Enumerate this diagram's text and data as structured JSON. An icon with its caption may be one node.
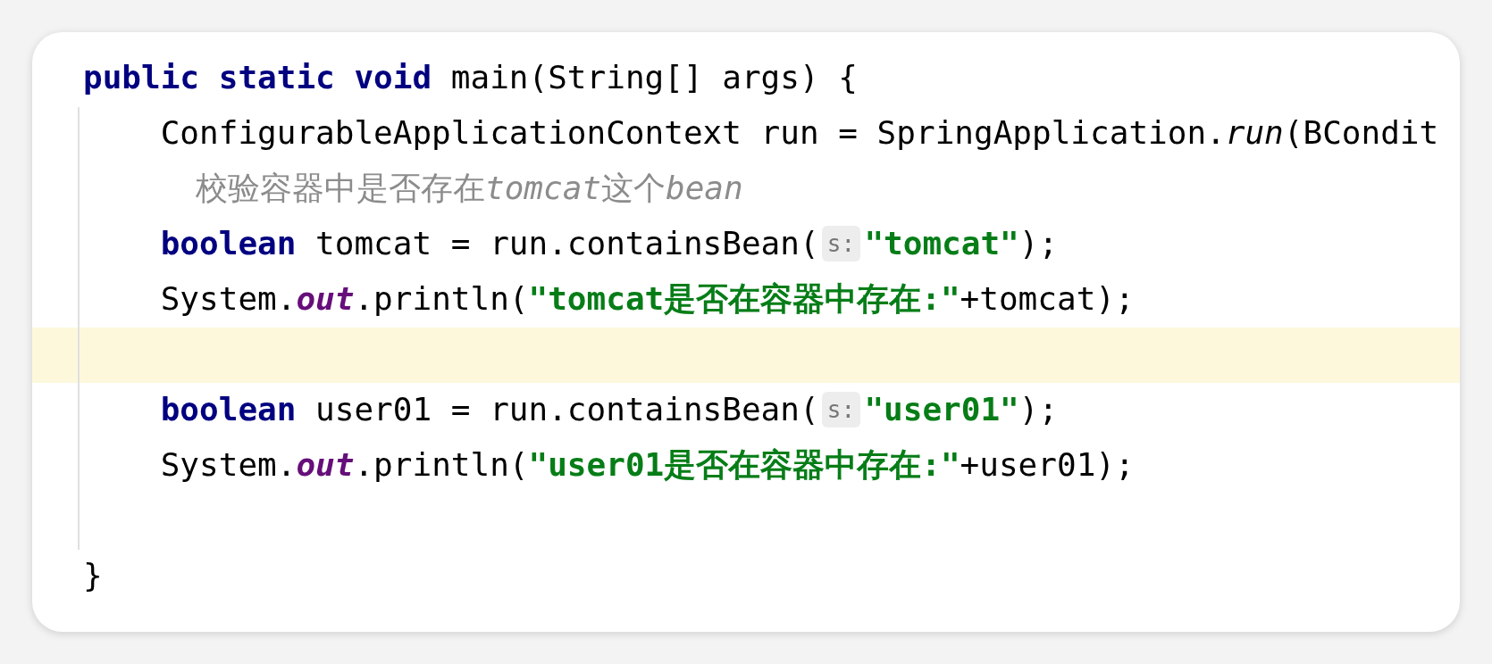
{
  "diagram": {
    "labels": [
      "public static void",
      "main(String[] args) {",
      "ConfigurableApplicationContext run = SpringApplication.",
      "run",
      "(BCondit",
      "校验容器中是否存在",
      "tomcat",
      "这个",
      "bean",
      "boolean",
      "tomcat = run.containsBean(",
      "s:",
      "\"tomcat\"",
      ");",
      "System.",
      "out",
      ".println(",
      "\"tomcat是否在容器中存在:\"",
      "+tomcat);",
      "boolean",
      "user01 = run.containsBean(",
      "s:",
      "\"user01\"",
      ");",
      "System.",
      "out",
      ".println(",
      "\"user01是否在容器中存在:\"",
      "+user01);",
      "}"
    ]
  }
}
